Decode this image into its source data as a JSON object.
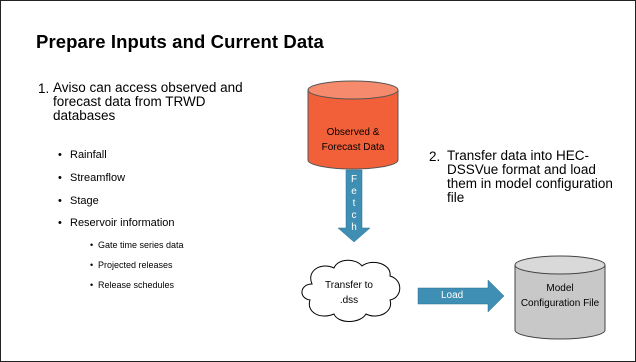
{
  "title": "Prepare Inputs and Current Data",
  "item1": {
    "number": "1.",
    "text": "Aviso can access observed and forecast data from TRWD databases",
    "bullets": [
      "Rainfall",
      "Streamflow",
      "Stage",
      "Reservoir information"
    ],
    "sub_bullets": [
      "Gate time series data",
      "Projected releases",
      "Release schedules"
    ]
  },
  "item2": {
    "number": "2.",
    "text": "Transfer data into HEC-DSSVue format and load them in model configuration file"
  },
  "diagram": {
    "source_db": "Observed & Forecast Data",
    "fetch_label": [
      "F",
      "e",
      "t",
      "c",
      "h"
    ],
    "cloud_label": "Transfer to .dss",
    "load_label": "Load",
    "model_db": "Model Configuration File"
  },
  "colors": {
    "source_db_fill": "#f2603a",
    "model_db_fill": "#c8c8c8",
    "arrow_fill": "#3f8fb5"
  }
}
